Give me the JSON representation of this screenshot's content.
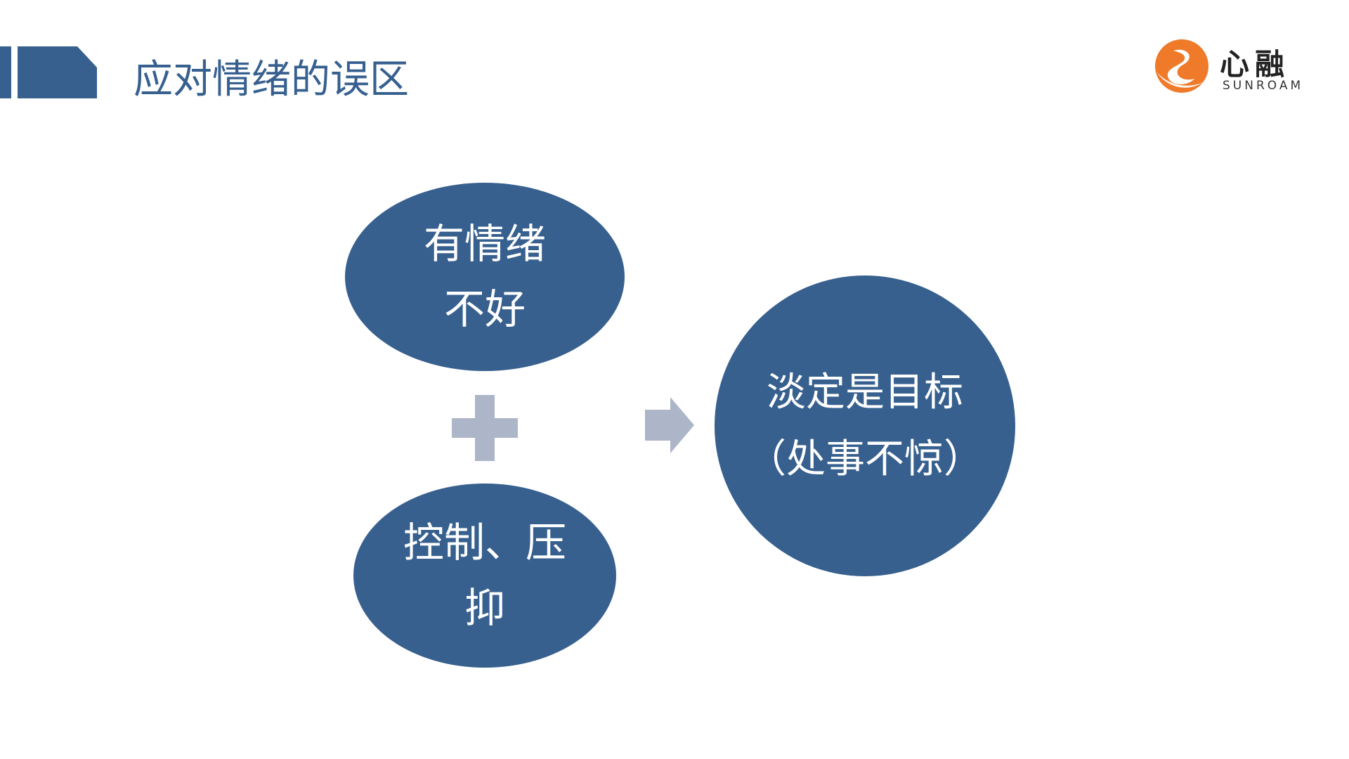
{
  "header": {
    "title": "应对情绪的误区"
  },
  "logo": {
    "cn_text": "心融",
    "en_text": "SUNROAM"
  },
  "diagram": {
    "top_ellipse": {
      "line1": "有情绪",
      "line2": "不好"
    },
    "bottom_ellipse": {
      "line1": "控制、压",
      "line2": "抑"
    },
    "result_circle": {
      "line1": "淡定是目标",
      "line2": "（处事不惊）"
    }
  },
  "colors": {
    "primary": "#37608f",
    "connector": "#adb5c8",
    "logo_orange": "#ee7a2a",
    "text_on_shape": "#ffffff"
  },
  "icons": {
    "operator": "plus-icon",
    "flow": "arrow-right-icon"
  }
}
